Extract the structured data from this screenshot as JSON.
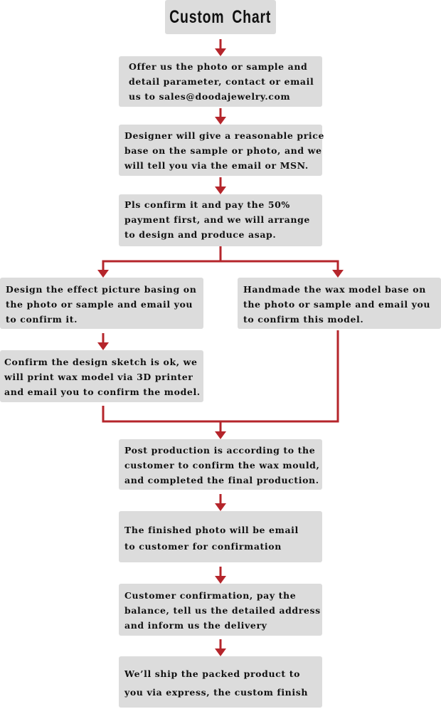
{
  "title": "Custom Chart",
  "colors": {
    "arrow": "#b5252b",
    "box": "#dcdcdc",
    "text": "#111111"
  },
  "steps": {
    "offer": [
      "Offer us the photo or sample and",
      "detail parameter, contact or email",
      "us to sales@doodajewelry.com"
    ],
    "price": [
      "Designer will give a reasonable price",
      "base on the sample or photo, and we",
      "will tell you via the email or MSN."
    ],
    "confirm_pay": [
      "Pls confirm it and pay the 50%",
      "payment first, and we will arrange",
      "to design and produce asap."
    ],
    "design_effect": [
      "Design the effect picture basing on",
      "the photo or sample and email you",
      "to confirm it."
    ],
    "handmade_wax": [
      "Handmade the wax model base on",
      "the photo or sample and email you",
      "to confirm this model."
    ],
    "confirm_sketch": [
      "Confirm the design sketch is ok, we",
      "will print wax model via 3D printer",
      "and email you to confirm the model."
    ],
    "post_production": [
      "Post production is according to the",
      "customer to confirm the wax mould,",
      "and completed the final production."
    ],
    "finished_photo": [
      "The finished photo will be email",
      "to customer for confirmation"
    ],
    "customer_confirmation": [
      "Customer confirmation, pay the",
      "balance, tell us the detailed address",
      "and inform us the delivery"
    ],
    "ship": [
      "We’ll ship the packed product to",
      "you via express,  the custom finish"
    ]
  }
}
